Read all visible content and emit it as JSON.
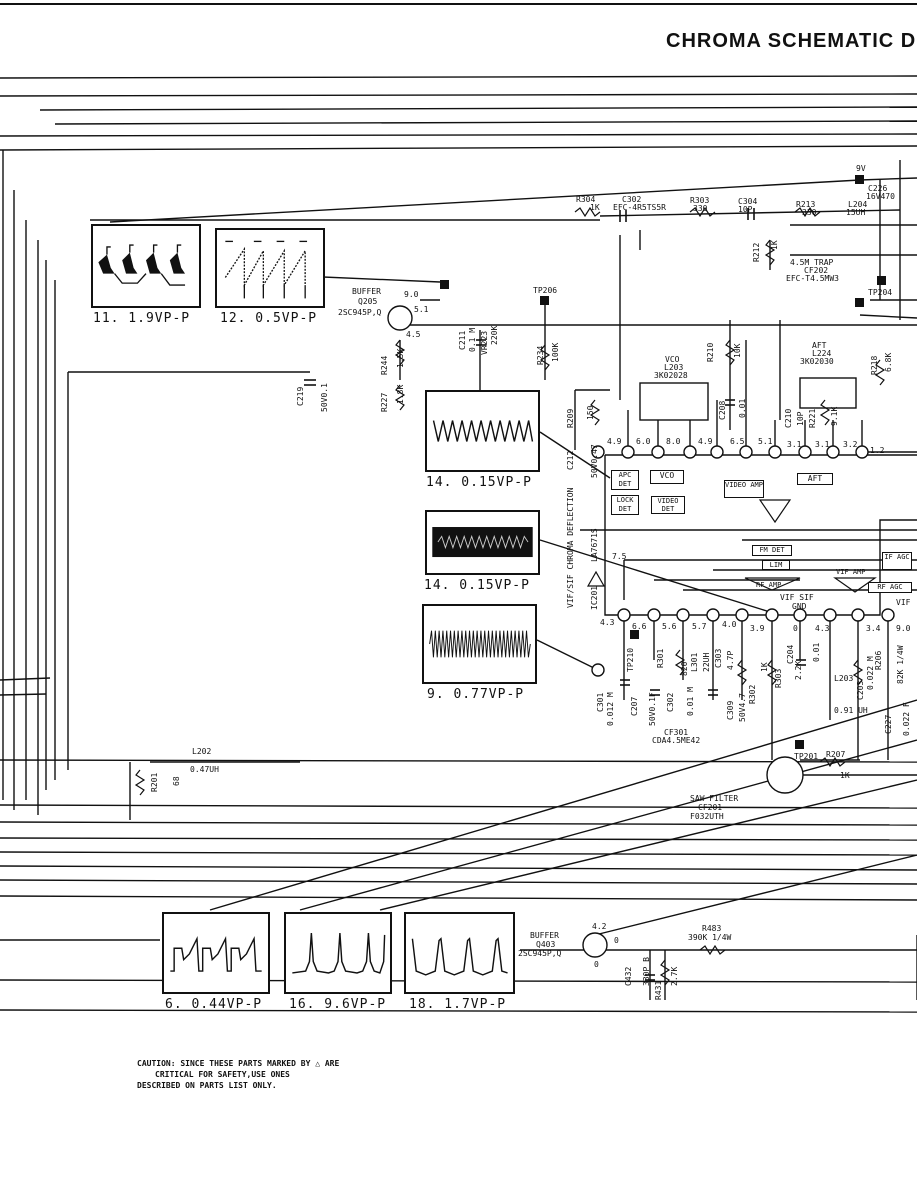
{
  "title": "CHROMA SCHEMATIC DI",
  "scopes": [
    {
      "id": "11",
      "label": "11. 1.9VP-P"
    },
    {
      "id": "12",
      "label": "12. 0.5VP-P"
    },
    {
      "id": "14a",
      "label": "14. 0.15VP-P"
    },
    {
      "id": "14b",
      "label": "14. 0.15VP-P"
    },
    {
      "id": "9",
      "label": "9. 0.77VP-P"
    },
    {
      "id": "6",
      "label": "6. 0.44VP-P"
    },
    {
      "id": "16",
      "label": "16. 9.6VP-P"
    },
    {
      "id": "18",
      "label": "18. 1.7VP-P"
    }
  ],
  "labels": {
    "r304": "R304",
    "r304v": "1K",
    "c302": "C302",
    "efc": "EFC-4R5TS5R",
    "r303": "R303",
    "r303v": "330",
    "c304": "C304",
    "c304v": "10P",
    "r213": "R213",
    "r213v": "330",
    "l204": "L204",
    "l204v": "15UH",
    "c226": "C226",
    "c226v": "16V470",
    "nine_v": "9V",
    "r212": "R212",
    "r212v": "1K",
    "trap": "4.5M TRAP",
    "cf202": "CF202",
    "cf202v": "EFC-T4.5MW3",
    "tp204": "TP204",
    "buffer1": "BUFFER",
    "q205": "Q205",
    "q205v": "2SC945P,Q",
    "v90": "9.0",
    "v51": "5.1",
    "v45": "4.5",
    "tp206": "TP206",
    "c211": "C211",
    "c211v": "0.1 M",
    "vr223": "VR223",
    "vr223v": "220K",
    "r234": "R234",
    "r234v": "100K",
    "vco_coil": "VCO",
    "l203": "L203",
    "l203v": "3K02028",
    "r210": "R210",
    "r210v": "10K",
    "c208": "C208",
    "c208v": "0.01",
    "aft": "AFT",
    "l224": "L224",
    "l224v": "3K02030",
    "r218": "R218",
    "r218v": "6.8K",
    "r244": "R244",
    "r244v": "1.5K",
    "r227": "R227",
    "r227v": "1.8K",
    "c219": "C219",
    "c219v": "50V0.1",
    "r209": "R209",
    "r209v": "150",
    "c212": "C212",
    "c212v": "50V0.47",
    "c210": "C210",
    "c210v": "10P",
    "r221": "R221",
    "r221v": "9.1K",
    "p1": "4.9",
    "p2": "6.0",
    "p3": "8.0",
    "p4": "4.9",
    "p5": "6.5",
    "p6": "5.1",
    "p7": "3.1",
    "p8": "3.1",
    "p9": "3.2",
    "p10": "1.2",
    "apc_det": "APC DET",
    "vco": "VCO",
    "video_amp": "VIDEO AMP",
    "lock_det": "LOCK DET",
    "video_det": "VIDEO DET",
    "aft_blk": "AFT",
    "ic_title": "VIF/SIF CHROMA DEFLECTION",
    "ic_part": "LA7671S",
    "ic_ref": "IC201",
    "fm_det": "FM DET",
    "lim": "LIM",
    "if_agc": "IF AGC",
    "rf_amp": "RF AMP",
    "vif_sif": "VIF SIF",
    "gnd": "GND",
    "vif_amp": "VIF AMP",
    "rf_agc": "RF AGC",
    "vif_r": "VIF",
    "v75": "7.5",
    "b1": "4.3",
    "b2": "6.6",
    "b3": "5.6",
    "b4": "5.7",
    "b5": "4.0",
    "b6": "3.9",
    "b7": "0",
    "b8": "4.3",
    "b9": "3.4",
    "b10": "9.0",
    "tp210": "TP210",
    "r301": "R301",
    "r301v": "820",
    "l301": "L301",
    "l301v": "22UH",
    "c303": "C303",
    "c303v": "4.7P",
    "c301": "C301",
    "c301v": "0.012 M",
    "c207": "C207",
    "c207v": "50V0.1F",
    "c302b": "C302",
    "c302bv": "0.01 M",
    "cf301": "CF301",
    "cf301v": "CDA4.5ME42",
    "c309": "C309",
    "c309v": "50V4.7",
    "r302": "R302",
    "r302v": "1K",
    "r303b": "R303",
    "r303bv": "2.2K",
    "c204": "C204",
    "c204v": "0.01",
    "l203b": "L203",
    "l203bv": "0.91 UH",
    "c203": "C203",
    "c203v": "0.022 M",
    "r206": "R206",
    "r206v": "82K 1/4W",
    "c227": "C227",
    "c227v": "0.022 F",
    "tp201": "TP201",
    "r207": "R207",
    "r207v": "1K",
    "saw": "SAW FILTER",
    "cf201": "CF201",
    "cf201v": "F032UTH",
    "l202": "L202",
    "l202v": "0.47UH",
    "r201": "R201",
    "r201v": "68",
    "buffer2": "BUFFER",
    "q403": "Q403",
    "q403v": "2SC945P,Q",
    "v42": "4.2",
    "v0a": "0",
    "v0b": "0",
    "r483": "R483",
    "r483v": "390K 1/4W",
    "c432": "C432",
    "c432v": "330P B",
    "r431": "R431",
    "r431v": "2.7K"
  },
  "caution": {
    "line1": "CAUTION: SINCE THESE PARTS MARKED BY △ ARE",
    "line2": "CRITICAL FOR SAFETY,USE ONES",
    "line3": "DESCRIBED ON PARTS LIST ONLY."
  }
}
